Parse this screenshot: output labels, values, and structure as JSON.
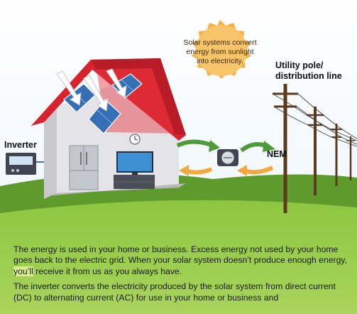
{
  "sun": {
    "text": "Solar systems convert energy from sunlight into electricity."
  },
  "labels": {
    "utility_line1": "Utility pole/",
    "utility_line2": "distribution line",
    "inverter": "Inverter",
    "nem": "NEM"
  },
  "body": {
    "p1_before": "The energy is used in your home or business. Excess energy not used by your home goes back to the electric grid. When your solar system doesn’t produce enough energy, ",
    "p1_highlight": "you’ll",
    "p1_after": " receive it from us as you always have.",
    "p2": "The inverter converts the electricity produced by the solar system from direct current (DC) to alternating current (AC) for use in your home or business and"
  },
  "colors": {
    "sky": "#e8f3fb",
    "grass_dark": "#5f9a2d",
    "grass_light": "#8cc63f",
    "roof": "#d6232e",
    "panel": "#3570b6",
    "sun": "#f6b24a",
    "arrow_green": "#4f9b3a",
    "arrow_orange": "#f3a83b",
    "wall": "#e3e3e6"
  },
  "icons": [
    "sun-burst-icon",
    "refrigerator-icon",
    "television-icon",
    "clock-icon",
    "electric-meter-icon",
    "inverter-box-icon",
    "utility-pole-icon"
  ]
}
